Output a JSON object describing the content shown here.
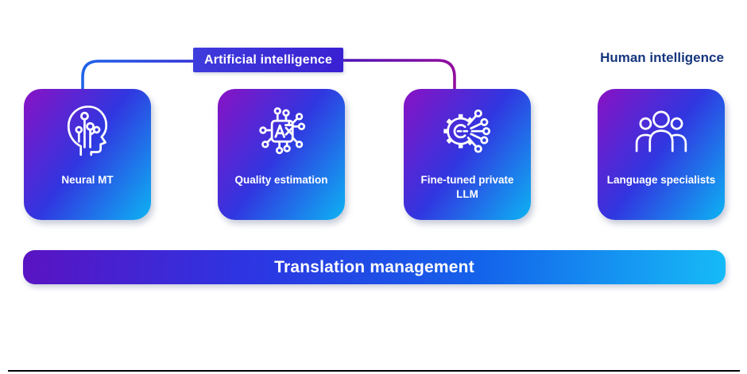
{
  "diagram": {
    "ai_group_label": "Artificial intelligence",
    "human_group_label": "Human intelligence",
    "cards": [
      {
        "label": "Neural MT",
        "icon": "neural-head-circuit-icon"
      },
      {
        "label": "Quality estimation",
        "icon": "translate-chip-icon"
      },
      {
        "label": "Fine-tuned private LLM",
        "icon": "gear-circuit-icon"
      },
      {
        "label": "Language specialists",
        "icon": "people-group-icon"
      }
    ],
    "bottom_bar_label": "Translation management"
  },
  "colors": {
    "card_grad_start": "#8912c4",
    "card_grad_mid": "#3136e0",
    "card_grad_end": "#0db3f3",
    "bar_grad_start": "#5a13c2",
    "bar_grad_mid": "#2d35e2",
    "bar_grad_mid2": "#1462ea",
    "bar_grad_end": "#16bbf7",
    "ai_label_bg_start": "#3e3cdc",
    "ai_label_bg_end": "#3a20d2",
    "human_label_text": "#16367e",
    "line_left_start": "#1e63e8",
    "line_left_end": "#3232d8",
    "line_right_start": "#4d13b6",
    "line_right_end": "#930c9e",
    "text_on_gradient": "#ffffff",
    "bottom_rule": "#000000"
  }
}
